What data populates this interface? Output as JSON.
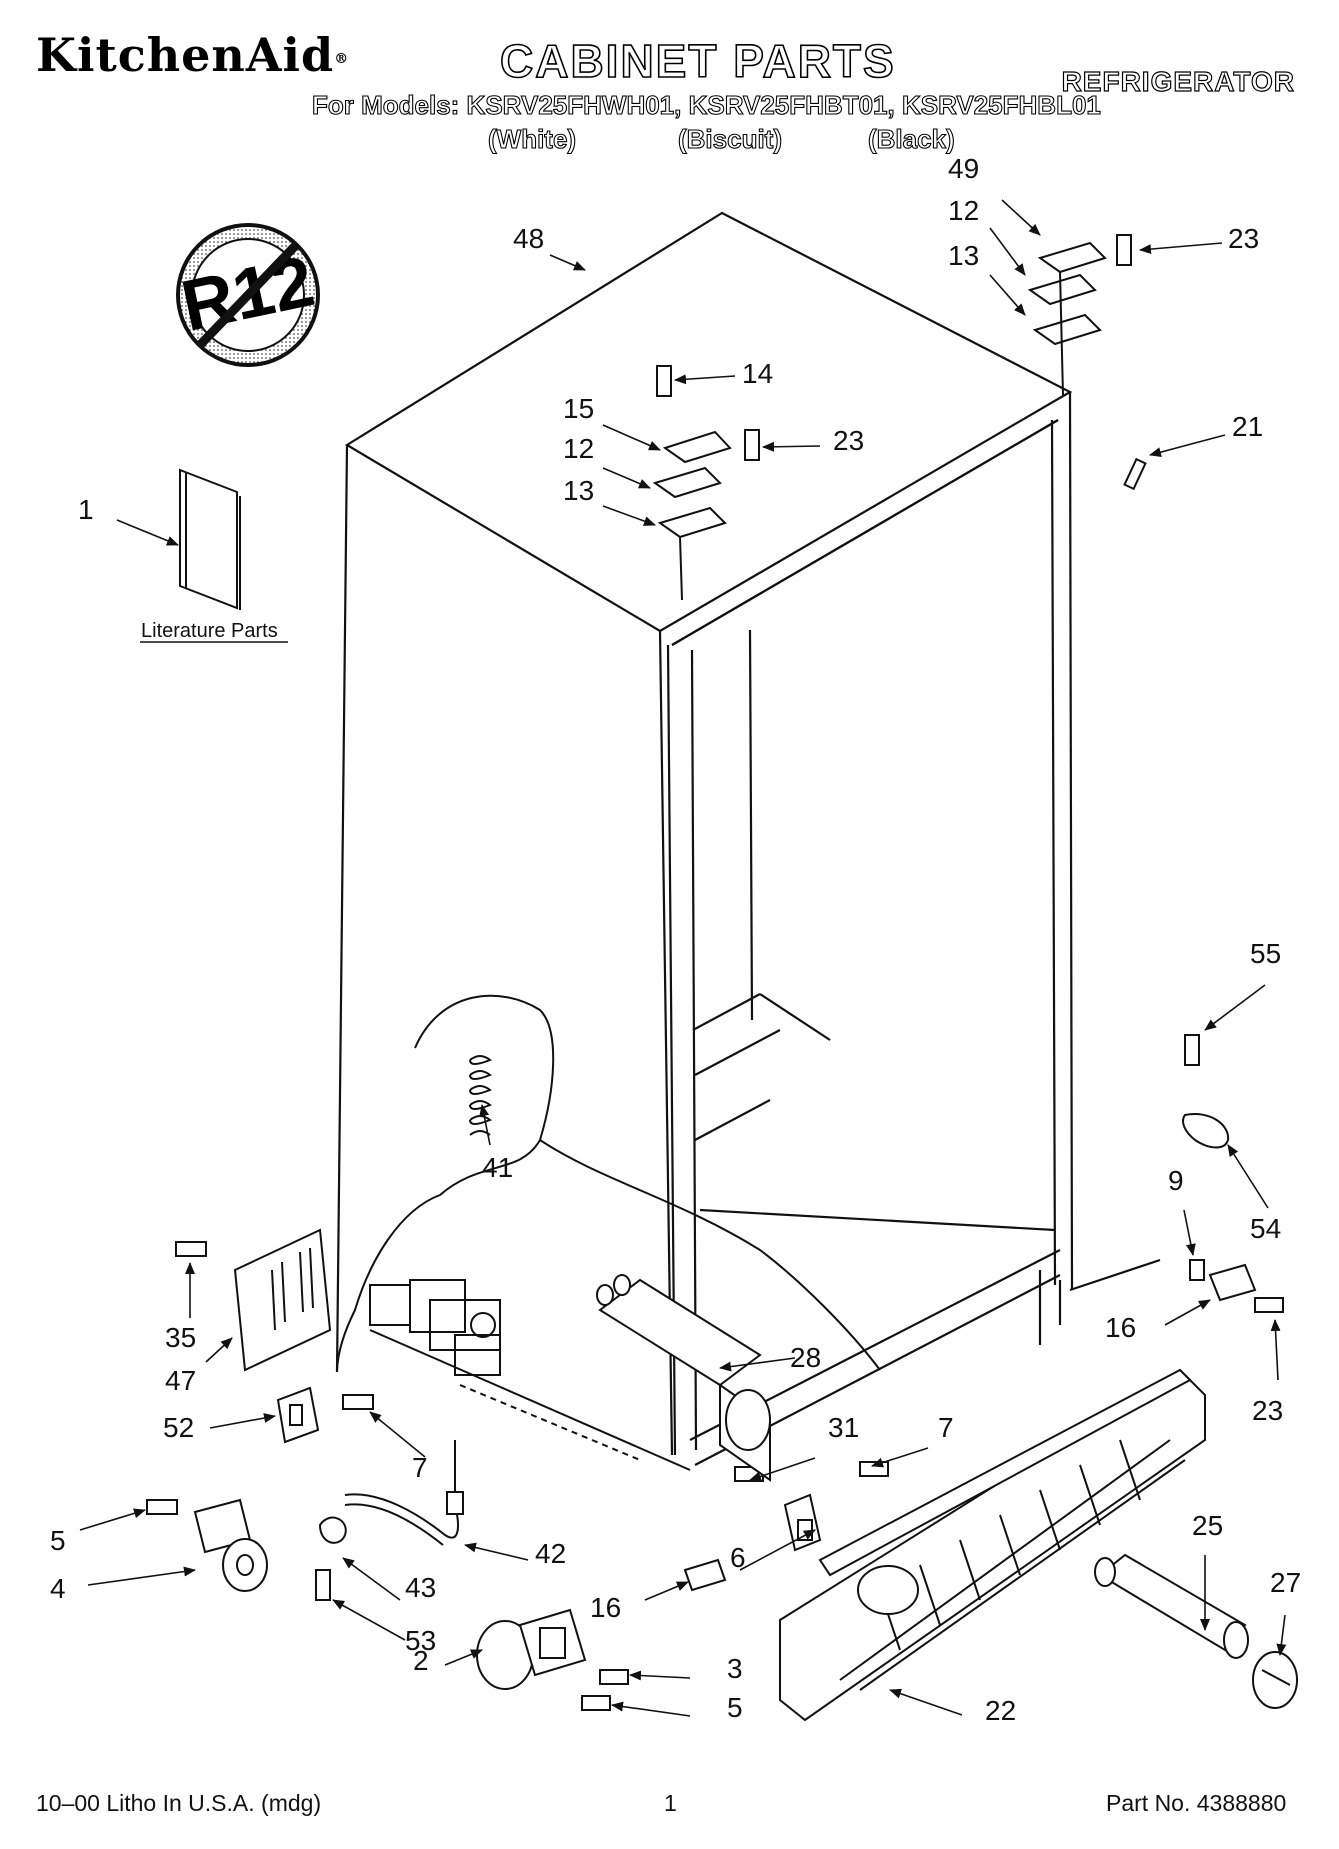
{
  "header": {
    "brand": "KitchenAid",
    "brand_mark": "®",
    "title": "CABINET PARTS",
    "category": "REFRIGERATOR",
    "models_line": "For Models: KSRV25FHWH01, KSRV25FHBT01, KSRV25FHBL01",
    "colors": [
      "(White)",
      "(Biscuit)",
      "(Black)"
    ]
  },
  "logo_text": "R12",
  "literature_label": "Literature Parts",
  "callouts": [
    {
      "id": "c-1",
      "label": "1"
    },
    {
      "id": "c-48",
      "label": "48"
    },
    {
      "id": "c-49",
      "label": "49"
    },
    {
      "id": "c-12a",
      "label": "12"
    },
    {
      "id": "c-13a",
      "label": "13"
    },
    {
      "id": "c-23a",
      "label": "23"
    },
    {
      "id": "c-14",
      "label": "14"
    },
    {
      "id": "c-15",
      "label": "15"
    },
    {
      "id": "c-12b",
      "label": "12"
    },
    {
      "id": "c-13b",
      "label": "13"
    },
    {
      "id": "c-23b",
      "label": "23"
    },
    {
      "id": "c-21",
      "label": "21"
    },
    {
      "id": "c-55",
      "label": "55"
    },
    {
      "id": "c-54",
      "label": "54"
    },
    {
      "id": "c-9",
      "label": "9"
    },
    {
      "id": "c-16a",
      "label": "16"
    },
    {
      "id": "c-23c",
      "label": "23"
    },
    {
      "id": "c-41",
      "label": "41"
    },
    {
      "id": "c-35",
      "label": "35"
    },
    {
      "id": "c-47",
      "label": "47"
    },
    {
      "id": "c-52",
      "label": "52"
    },
    {
      "id": "c-7a",
      "label": "7"
    },
    {
      "id": "c-28",
      "label": "28"
    },
    {
      "id": "c-31",
      "label": "31"
    },
    {
      "id": "c-7b",
      "label": "7"
    },
    {
      "id": "c-5a",
      "label": "5"
    },
    {
      "id": "c-4",
      "label": "4"
    },
    {
      "id": "c-42",
      "label": "42"
    },
    {
      "id": "c-43",
      "label": "43"
    },
    {
      "id": "c-53",
      "label": "53"
    },
    {
      "id": "c-6",
      "label": "6"
    },
    {
      "id": "c-16b",
      "label": "16"
    },
    {
      "id": "c-25",
      "label": "25"
    },
    {
      "id": "c-27",
      "label": "27"
    },
    {
      "id": "c-2",
      "label": "2"
    },
    {
      "id": "c-3",
      "label": "3"
    },
    {
      "id": "c-5b",
      "label": "5"
    },
    {
      "id": "c-22",
      "label": "22"
    }
  ],
  "footer": {
    "left": "10–00 Litho In U.S.A. (mdg)",
    "page": "1",
    "part_no": "Part No. 4388880"
  }
}
